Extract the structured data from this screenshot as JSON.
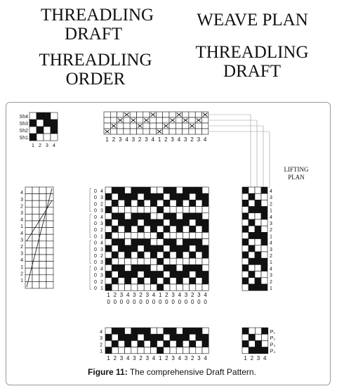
{
  "headings": {
    "left_top": "THREADLING\nDRAFT",
    "left_bottom": "THREADLING\nORDER",
    "right_top": "WEAVE PLAN",
    "right_bottom": "THREADLING\nDRAFT"
  },
  "figure": {
    "lifting_plan_label": "LIFTING\nPLAN",
    "shaft_labels": [
      "Sh4",
      "Sh3",
      "Sh2",
      "Sh1"
    ],
    "tieup_cols": [
      "1",
      "2",
      "3",
      "4"
    ],
    "tieup_pattern": [
      [
        0,
        1,
        1,
        0
      ],
      [
        1,
        0,
        1,
        1
      ],
      [
        0,
        1,
        0,
        1
      ],
      [
        1,
        0,
        0,
        0
      ]
    ],
    "threading_numbers": [
      "1",
      "2",
      "3",
      "4",
      "3",
      "2",
      "3",
      "4",
      "1",
      "2",
      "3",
      "4",
      "3",
      "2",
      "3",
      "4"
    ],
    "threading_shafts": [
      1,
      2,
      3,
      4,
      3,
      2,
      3,
      4,
      1,
      2,
      3,
      4,
      3,
      2,
      3,
      4
    ],
    "left_row_numbers": [
      "4",
      "3",
      "2",
      "3",
      "4",
      "1",
      "4",
      "3",
      "2",
      "3",
      "4",
      "1",
      "2",
      "1"
    ],
    "drawdown_row_labels": [
      [
        "0",
        "4"
      ],
      [
        "0",
        "3"
      ],
      [
        "0",
        "2"
      ],
      [
        "0",
        "3"
      ],
      [
        "0",
        "4"
      ],
      [
        "0",
        "3"
      ],
      [
        "0",
        "2"
      ],
      [
        "0",
        "1"
      ],
      [
        "0",
        "4"
      ],
      [
        "0",
        "3"
      ],
      [
        "0",
        "2"
      ],
      [
        "0",
        "3"
      ],
      [
        "0",
        "4"
      ],
      [
        "0",
        "3"
      ],
      [
        "0",
        "2"
      ],
      [
        "0",
        "1"
      ]
    ],
    "drawdown_col_numbers": [
      "1",
      "2",
      "3",
      "4",
      "3",
      "2",
      "3",
      "4",
      "1",
      "2",
      "3",
      "4",
      "3",
      "2",
      "3",
      "4"
    ],
    "drawdown_col_zeros": [
      "0",
      "0",
      "0",
      "0",
      "0",
      "0",
      "0",
      "0",
      "0",
      "0",
      "0",
      "0",
      "0",
      "0",
      "0",
      "0"
    ],
    "lifting_plan_rows": [
      "4",
      "3",
      "2",
      "1",
      "4",
      "3",
      "2",
      "1",
      "4",
      "3",
      "2",
      "1",
      "4",
      "3",
      "2",
      "1"
    ],
    "bottom_row_labels": [
      "4",
      "3",
      "2",
      "1"
    ],
    "bottom_col_numbers": [
      "1",
      "2",
      "3",
      "4",
      "3",
      "2",
      "3",
      "4",
      "1",
      "2",
      "3",
      "4",
      "3",
      "2",
      "3",
      "4"
    ],
    "pedal_labels": [
      "P₁",
      "P₂",
      "P₃",
      "P₄"
    ],
    "pedal_cols": [
      "1",
      "2",
      "3",
      "4"
    ],
    "caption_bold": "Figure 11:",
    "caption_text": " The comprehensive Draft Pattern."
  }
}
